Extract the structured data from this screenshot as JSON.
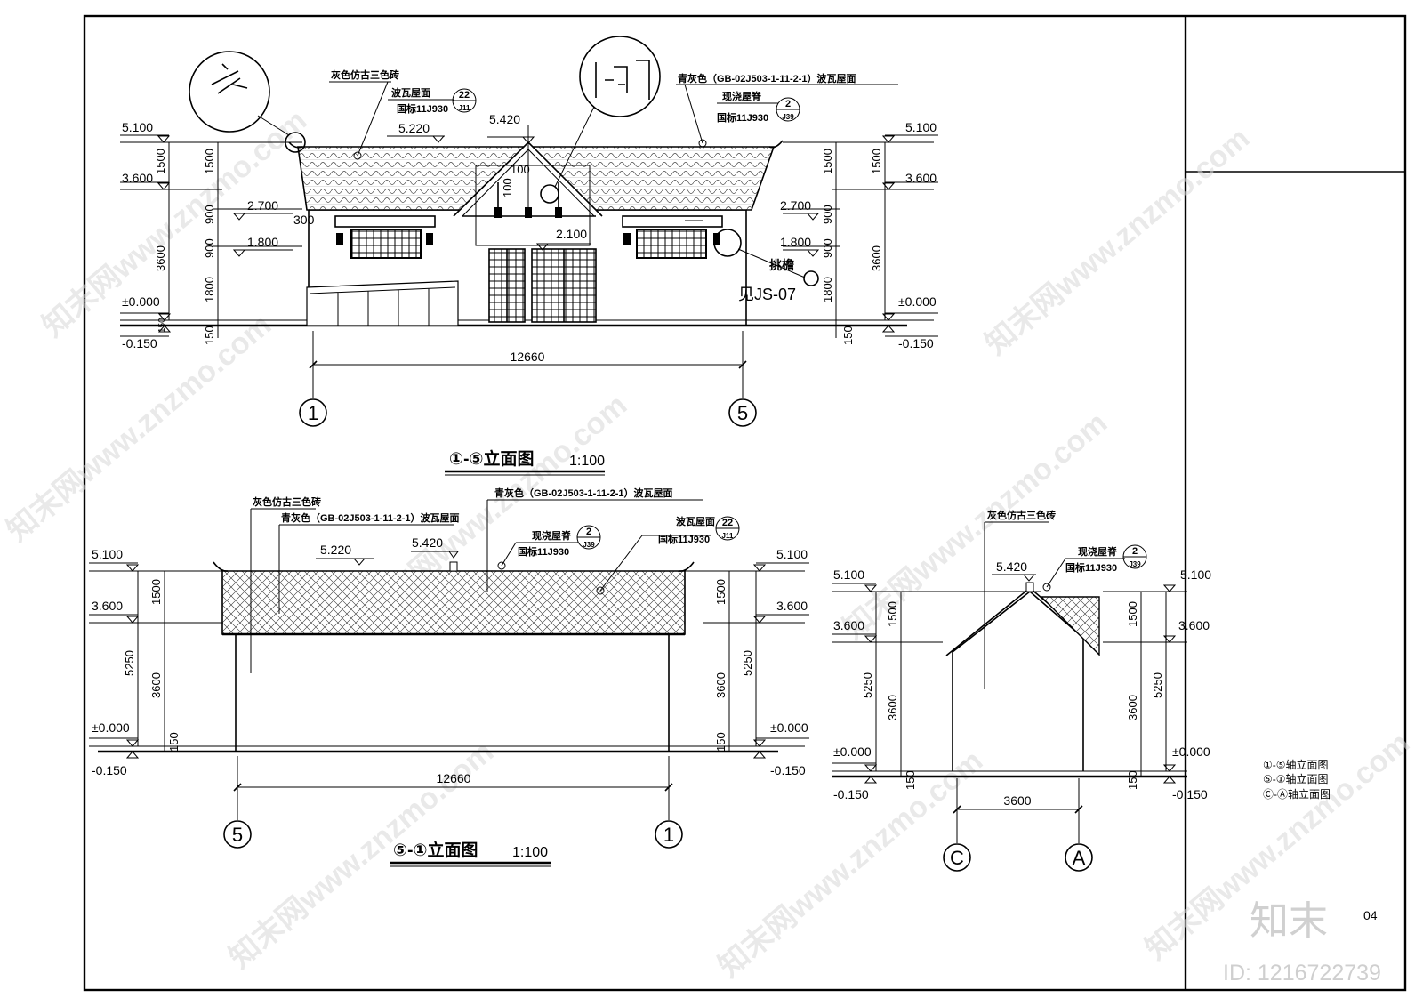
{
  "drawing": {
    "page_no": "04",
    "legend": [
      {
        "label": "①-⑤轴立面图",
        "prefix": "①-⑤",
        "text": "轴立面图"
      },
      {
        "label": "⑤-①轴立面图",
        "prefix": "⑤-①",
        "text": "轴立面图"
      },
      {
        "label": "Ⓒ-Ⓐ轴立面图",
        "prefix": "Ⓒ-Ⓐ",
        "text": "轴立面图"
      }
    ],
    "watermark": {
      "site": "知末网www.znzmo.com",
      "logo": "知末",
      "id": "ID: 1216722739"
    }
  },
  "front": {
    "title": "①-⑤立面图",
    "scale": "1:100",
    "axis_left": "1",
    "axis_right": "5",
    "width_dim": "12660",
    "levels": {
      "roof_top": "5.100",
      "eave": "3.600",
      "ridge_small": "5.220",
      "ridge": "5.420",
      "win_top": "2.700",
      "win_sill": "1.800",
      "door_top": "2.100",
      "ground": "±0.000",
      "base": "-0.150"
    },
    "dims": {
      "d1500": "1500",
      "d900": "900",
      "d3600": "3600",
      "d1800": "1800",
      "d150": "150",
      "d300": "300",
      "d100": "100"
    },
    "notes": {
      "wall": "灰色仿古三色砖",
      "tile": "青灰色（GB-02J503-1-11-2-1）波瓦屋面",
      "roof_ref": "波瓦屋面",
      "std_roof": "国标11J930",
      "ridge": "现浇屋脊",
      "std_ridge": "国标11J930",
      "bracket": "挑檐",
      "code": "见JS-07"
    },
    "callout_a": {
      "num": "22",
      "sheet": "J11"
    },
    "callout_b": {
      "num": "2",
      "sheet": "J39"
    }
  },
  "back": {
    "title": "⑤-①立面图",
    "scale": "1:100",
    "axis_left": "5",
    "axis_right": "1",
    "width_dim": "12660",
    "levels": {
      "roof_top": "5.100",
      "eave": "3.600",
      "ridge_small": "5.220",
      "ridge": "5.420",
      "ground": "±0.000",
      "base": "-0.150"
    },
    "dims": {
      "d1500": "1500",
      "d5250": "5250",
      "d3600": "3600",
      "d150": "150"
    },
    "notes": {
      "wall": "灰色仿古三色砖",
      "tile": "青灰色（GB-02J503-1-11-2-1）波瓦屋面",
      "ridge": "现浇屋脊",
      "std_ridge": "国标11J930",
      "roof_ref": "波瓦屋面",
      "std_roof": "国标11J930"
    },
    "callout_a": {
      "num": "22",
      "sheet": "J11"
    },
    "callout_b": {
      "num": "2",
      "sheet": "J39"
    }
  },
  "side": {
    "axis_left": "C",
    "axis_right": "A",
    "width_dim": "3600",
    "levels": {
      "roof_top": "5.100",
      "eave": "3.600",
      "ridge": "5.420",
      "ground": "±0.000",
      "base": "-0.150"
    },
    "dims": {
      "d1500": "1500",
      "d5250": "5250",
      "d3600": "3600",
      "d150": "150"
    },
    "notes": {
      "wall": "灰色仿古三色砖",
      "ridge": "现浇屋脊",
      "std_ridge": "国标11J930"
    },
    "callout_b": {
      "num": "2",
      "sheet": "J39"
    }
  }
}
